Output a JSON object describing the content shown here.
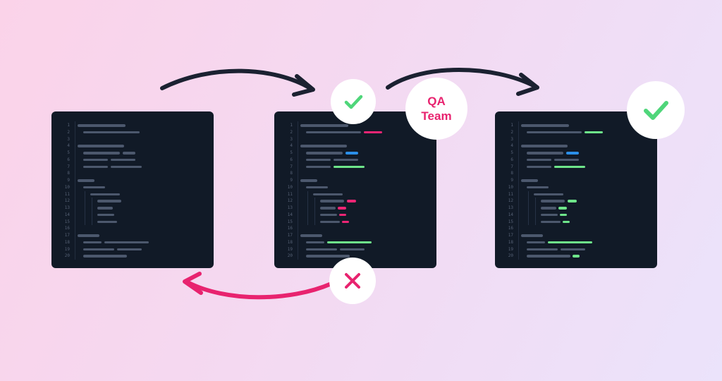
{
  "qa_label": {
    "line1": "QA",
    "line2": "Team"
  },
  "line_numbers": [
    "1",
    "2",
    "3",
    "4",
    "5",
    "6",
    "7",
    "8",
    "9",
    "10",
    "11",
    "12",
    "13",
    "14",
    "15",
    "16",
    "17",
    "18",
    "19",
    "20"
  ],
  "colors": {
    "panel_bg": "#111a27",
    "code_gray": "#4c586d",
    "error_pink": "#ec2574",
    "highlight_blue": "#2b8fe8",
    "pass_green": "#6ee58a",
    "check_green": "#4fd67a",
    "arrow_dark": "#1b2131",
    "arrow_pink": "#e8236f"
  },
  "icons": [
    "check-icon",
    "check-icon",
    "close-icon"
  ]
}
